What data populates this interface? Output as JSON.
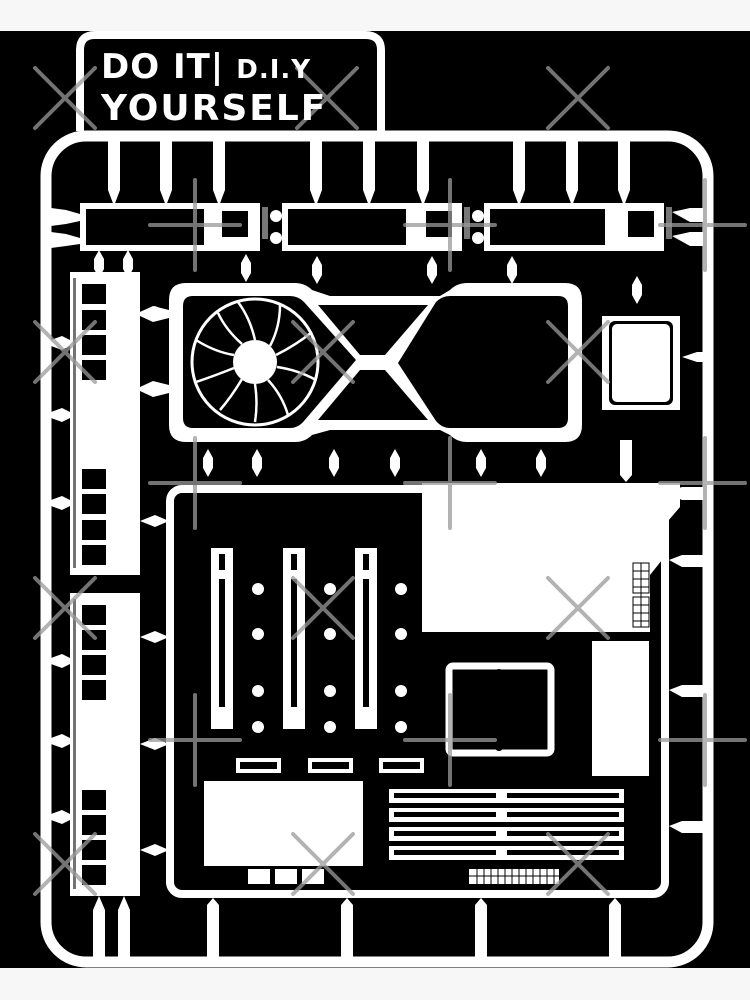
{
  "artwork": {
    "kind": "model-kit sprue poster",
    "title": {
      "line1": "DO IT|",
      "line1_suffix": "D.I.Y",
      "line2": "YOURSELF"
    },
    "colors": {
      "background": "#000000",
      "parts": "#ffffff",
      "outer_margin": "#f7f7f7",
      "watermark": "#9a9a9a"
    },
    "parts": [
      {
        "name": "M.2 SSD",
        "count": 3
      },
      {
        "name": "Graphics card",
        "count": 1
      },
      {
        "name": "CPU",
        "count": 1
      },
      {
        "name": "RAM stick",
        "count": 2
      },
      {
        "name": "Motherboard",
        "count": 1
      }
    ],
    "motherboard": {
      "pcie_slots": 3,
      "ram_slots": 4,
      "m2_slots": 3
    }
  }
}
